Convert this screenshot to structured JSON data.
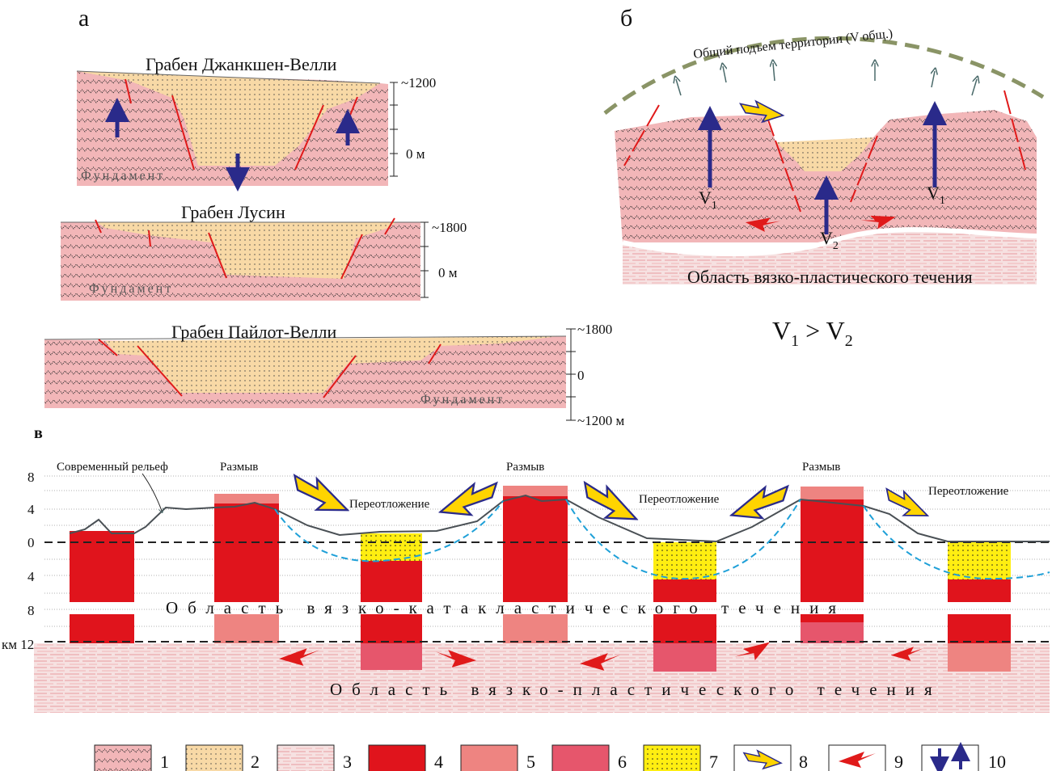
{
  "panel_a": {
    "label": "а",
    "fundament": "Фундамент",
    "grabens": [
      {
        "name": "Грабен Джанкшен-Велли",
        "scale": [
          "~1200",
          "0 м"
        ]
      },
      {
        "name": "Грабен Лусин",
        "scale": [
          "~1800",
          "0 м"
        ]
      },
      {
        "name": "Грабен Пайлот-Велли",
        "scale": [
          "~1800",
          "0",
          "~1200 м"
        ]
      }
    ]
  },
  "panel_b": {
    "label": "б",
    "uplift": "Общий подъем территории (V общ.)",
    "flow": "Область вязко-пластического течения",
    "v1": "V",
    "v1_sub": "1",
    "v2": "V",
    "v2_sub": "2",
    "formula": {
      "a": "V",
      "a_sub": "1",
      "op": " > ",
      "b": "V",
      "b_sub": "2"
    }
  },
  "panel_v": {
    "label": "в",
    "relief": "Современный рельеф",
    "erosion": "Размыв",
    "redeposition": "Переотложение",
    "upper_zone": "Область вязко-катакластического течения",
    "lower_zone": "Область вязко-пластического течения",
    "depth_ticks": [
      "8",
      "4",
      "0",
      "4",
      "8",
      "км 12"
    ]
  },
  "legend": {
    "items": [
      "1",
      "2",
      "3",
      "4",
      "5",
      "6",
      "7",
      "8",
      "9",
      "10"
    ]
  },
  "colors": {
    "basement": "#f2b6b8",
    "sediment": "#f8d9a6",
    "dark_red": "#e0141c",
    "light_red": "#ee8481",
    "pink": "#e6566c",
    "yellow": "#ffee11",
    "arrow_blue": "#2a2a8a",
    "fault_red": "#e01a1a",
    "dome_green": "#8a9466"
  }
}
